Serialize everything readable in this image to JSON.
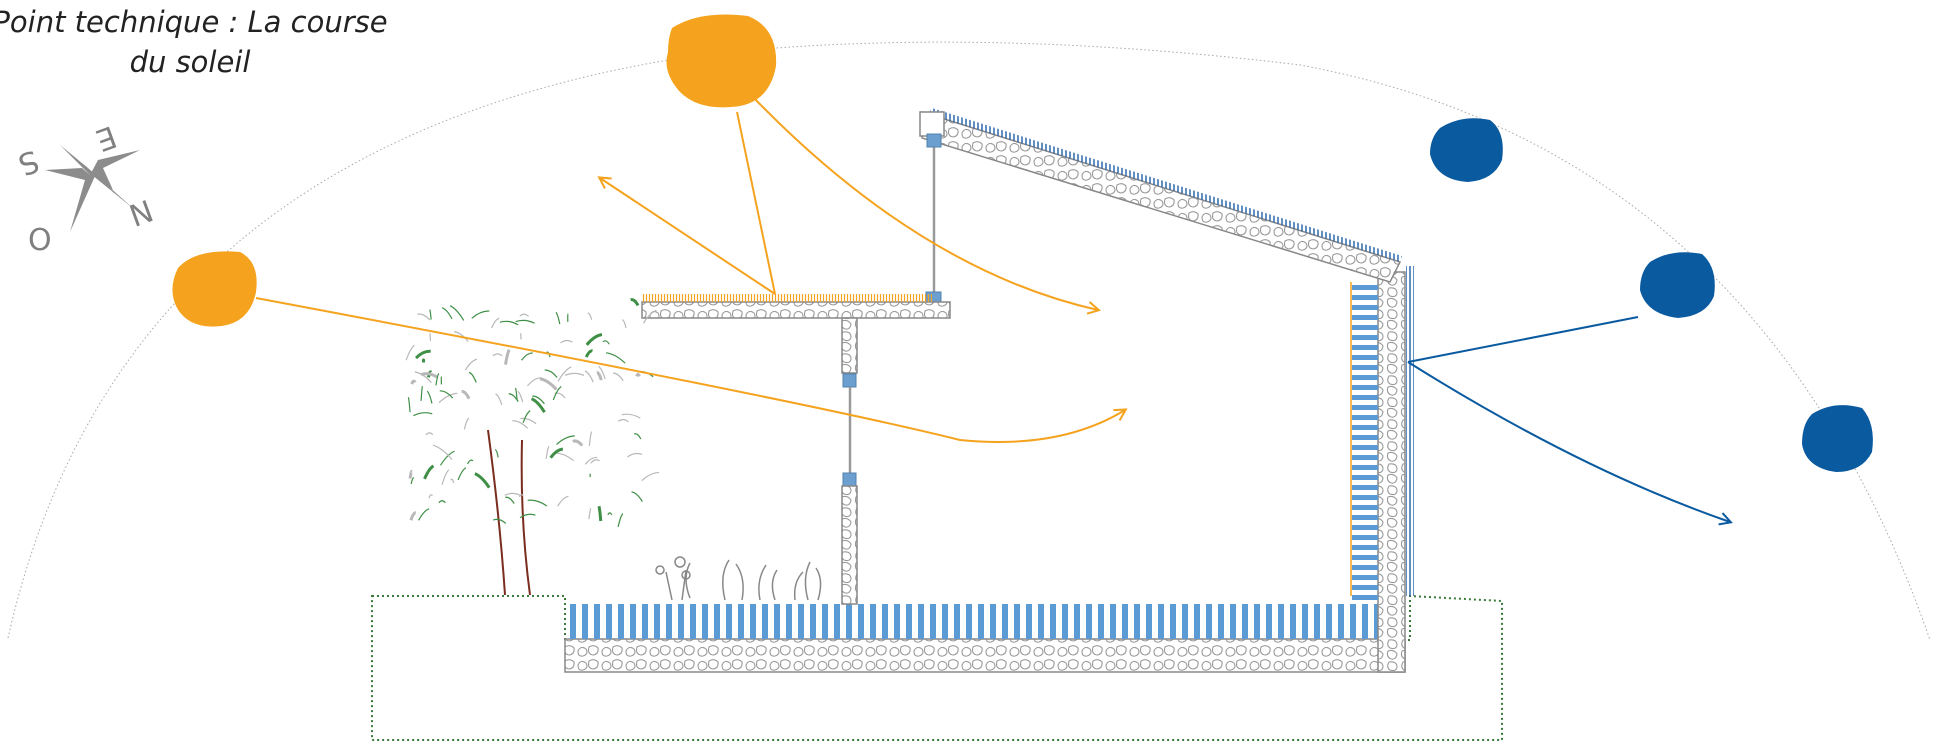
{
  "title": "Point technique : La course du soleil",
  "compass": {
    "labels": {
      "east": "E",
      "south": "S",
      "north": "N",
      "west": "O"
    },
    "color": "#8c8c8c"
  },
  "colors": {
    "summer_sun": "#f5a31e",
    "winter_sun": "#0a5aa0",
    "insulation": "#5b9bd5",
    "gravel": "#9a9a9a",
    "ground": "#3a7a3a",
    "arc": "#9a9a9a",
    "tree_leaf": "#3f8f46",
    "trunk": "#7a2d1f"
  },
  "icons": [
    "compass-rose-icon",
    "sun-icon",
    "tree-icon",
    "flower-icon",
    "arrow-icon"
  ]
}
